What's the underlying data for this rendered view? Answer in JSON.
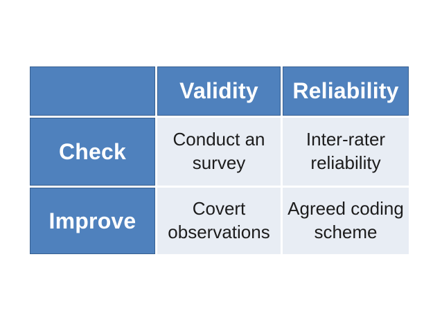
{
  "slide": {
    "background": "#ffffff"
  },
  "colors": {
    "table_header_blue": "#4f81bd",
    "table_header_border": "#365f91",
    "table_cell_light": "#e8edf4",
    "header_text": "#ffffff",
    "body_text": "#1c1c1c"
  },
  "table": {
    "corner_label": "",
    "columns": [
      "Validity",
      "Reliability"
    ],
    "rows": [
      {
        "header": "Check",
        "cells": [
          "Conduct an\nsurvey",
          "Inter-rater\nreliability"
        ]
      },
      {
        "header": "Improve",
        "cells": [
          "Covert\nobservations",
          "Agreed coding\nscheme"
        ]
      }
    ]
  }
}
